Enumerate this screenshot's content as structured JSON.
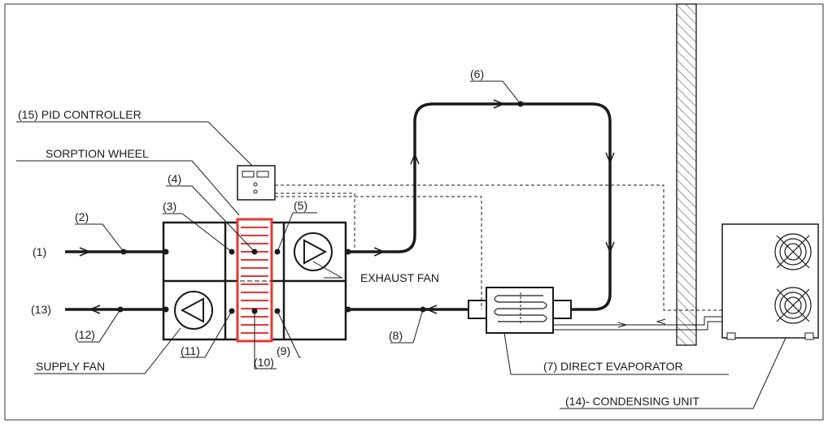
{
  "labels": {
    "n1": "(1)",
    "n2": "(2)",
    "n3": "(3)",
    "n4": "(4)",
    "n5": "(5)",
    "n6": "(6)",
    "n8": "(8)",
    "n9": "(9)",
    "n10": "(10)",
    "n11": "(11)",
    "n12": "(12)",
    "n13": "(13)",
    "pid_controller": "(15) PID CONTROLLER",
    "sorption_wheel": "SORPTION WHEEL",
    "exhaust_fan": "EXHAUST FAN",
    "supply_fan": "SUPPLY FAN",
    "direct_evaporator": "(7) DIRECT EVAPORATOR",
    "condensing_unit": "(14)- CONDENSING UNIT"
  },
  "colors": {
    "line": "#1a1a1a",
    "wheel": "#e53935",
    "wall_hatch": "#555555"
  }
}
